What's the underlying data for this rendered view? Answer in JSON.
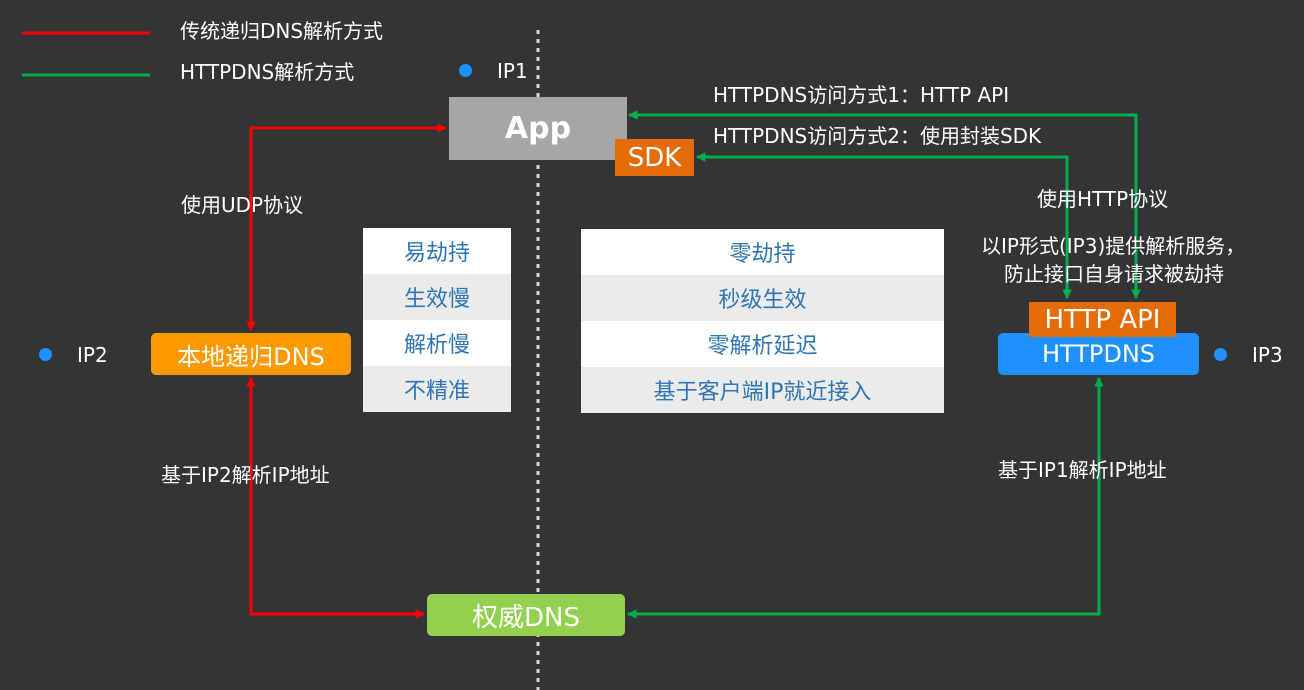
{
  "legend": {
    "traditional": "传统递归DNS解析方式",
    "httpdns": "HTTPDNS解析方式"
  },
  "ip_labels": {
    "ip1": "IP1",
    "ip2": "IP2",
    "ip3": "IP3"
  },
  "nodes": {
    "app": "App",
    "sdk": "SDK",
    "local_dns": "本地递归DNS",
    "auth_dns": "权威DNS",
    "http_api": "HTTP API",
    "httpdns": "HTTPDNS"
  },
  "annotations": {
    "udp": "使用UDP协议",
    "resolve_ip2": "基于IP2解析IP地址",
    "access1": "HTTPDNS访问方式1：HTTP API",
    "access2": "HTTPDNS访问方式2：使用封装SDK",
    "http_protocol": "使用HTTP协议",
    "service_line1": "以IP形式(IP3)提供解析服务，",
    "service_line2": "防止接口自身请求被劫持",
    "resolve_ip1": "基于IP1解析IP地址"
  },
  "traditional_issues": [
    "易劫持",
    "生效慢",
    "解析慢",
    "不精准"
  ],
  "httpdns_benefits": [
    "零劫持",
    "秒级生效",
    "零解析延迟",
    "基于客户端IP就近接入"
  ],
  "colors": {
    "background": "#333436",
    "red": "#ff0000",
    "green": "#00b050",
    "app_gray": "#a6a6a6",
    "orange_box": "#ff9900",
    "sdk_orange": "#e36c09",
    "blue_box": "#1e90ff",
    "green_box": "#92d050",
    "dot_blue": "#1e90ff",
    "table_text": "#2e75b6"
  }
}
